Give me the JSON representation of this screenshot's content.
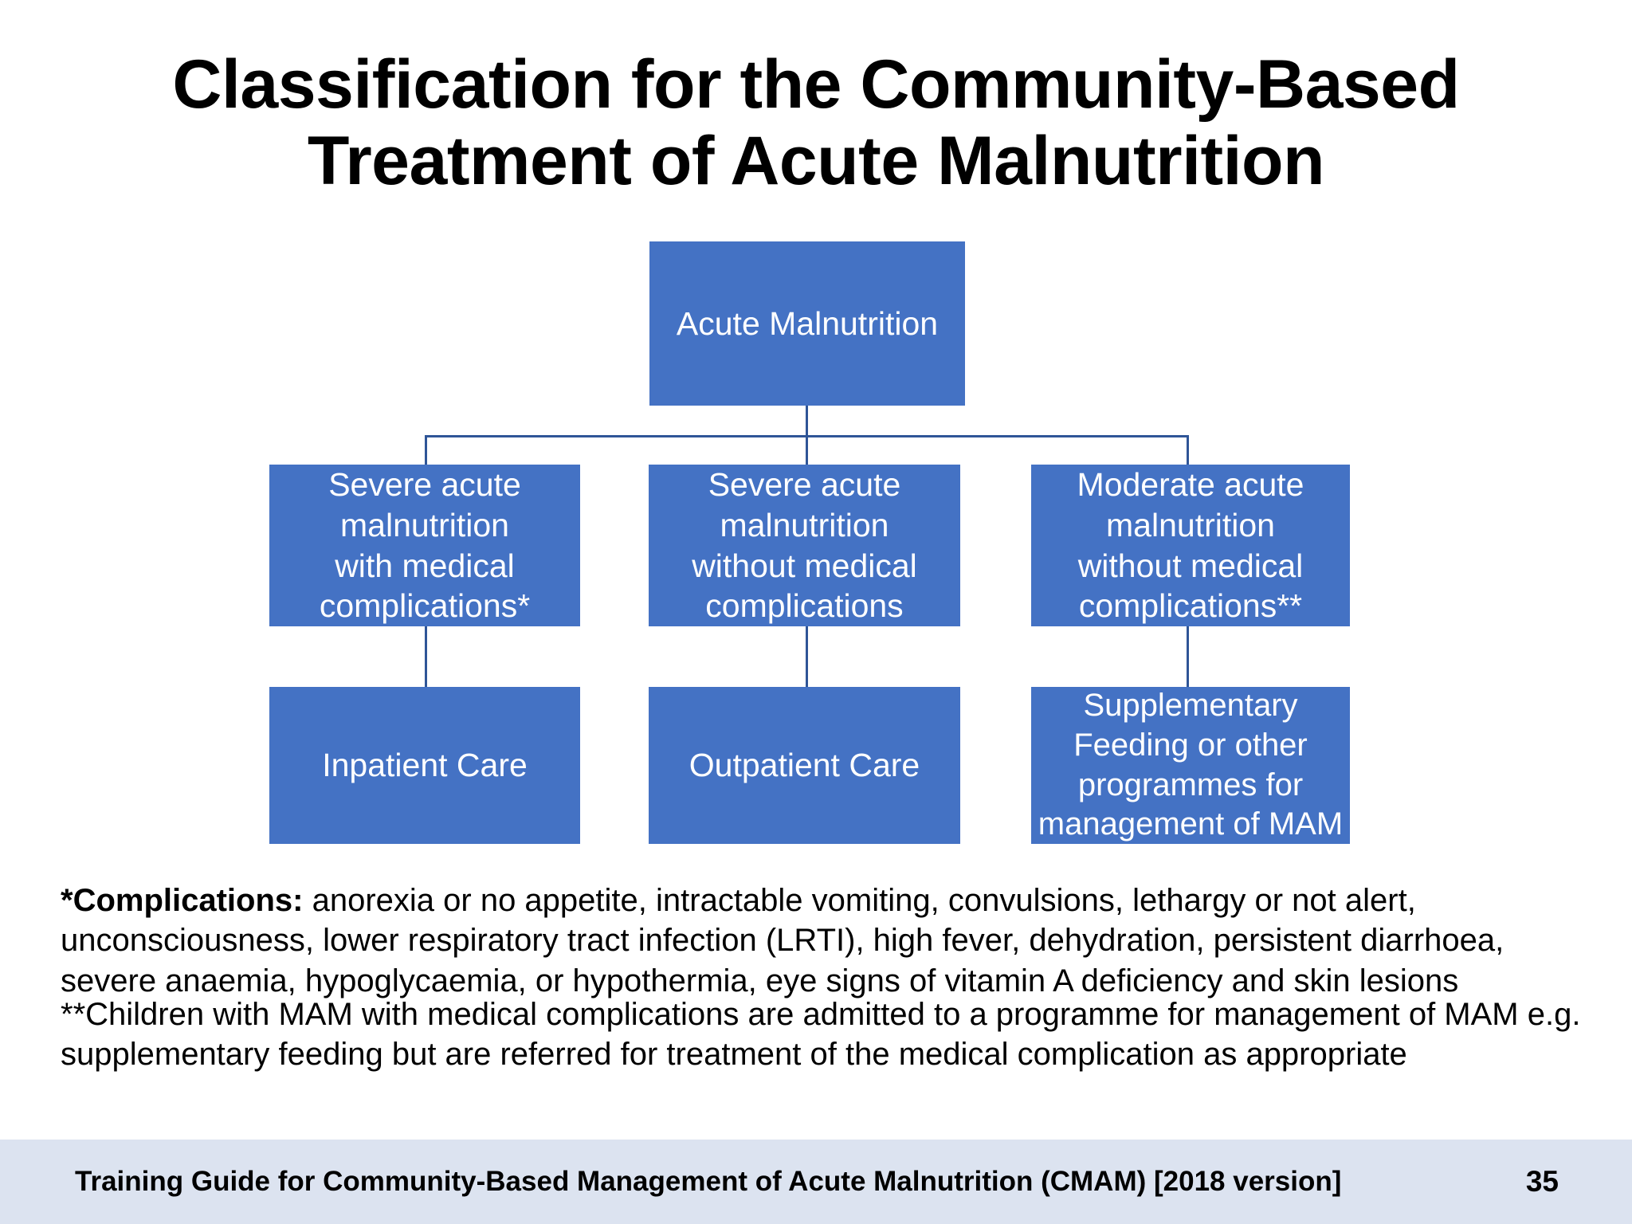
{
  "slide": {
    "title": "Classification for the Community-Based\nTreatment of Acute Malnutrition",
    "background_color": "#ffffff",
    "node_color": "#4472c4",
    "connector_color": "#2f5597",
    "footer_background": "#dce3f0"
  },
  "diagram": {
    "type": "tree",
    "root": {
      "label": "Acute Malnutrition"
    },
    "branches": [
      {
        "condition": "Severe acute\nmalnutrition\nwith medical\ncomplications*",
        "treatment": "Inpatient Care"
      },
      {
        "condition": "Severe acute\nmalnutrition\nwithout medical\ncomplications",
        "treatment": "Outpatient Care"
      },
      {
        "condition": "Moderate acute\nmalnutrition\nwithout medical\ncomplications**",
        "treatment": "Supplementary\nFeeding or other\nprogrammes for\nmanagement of MAM"
      }
    ]
  },
  "footnotes": {
    "first": {
      "marker_bold": "*Complications:",
      "body": " anorexia or no appetite, intractable vomiting, convulsions, lethargy or not alert, unconsciousness, lower respiratory tract infection (LRTI), high fever, dehydration, persistent diarrhoea, severe anaemia, hypoglycaemia, or hypothermia, eye signs of vitamin A deficiency and skin lesions"
    },
    "second": {
      "text": "**Children with MAM with medical complications are admitted to a programme for management of MAM e.g. supplementary feeding but are referred for treatment of the medical complication as appropriate"
    }
  },
  "footer": {
    "title": "Training Guide for Community-Based Management of Acute Malnutrition (CMAM) [2018 version]",
    "page_number": "35"
  }
}
